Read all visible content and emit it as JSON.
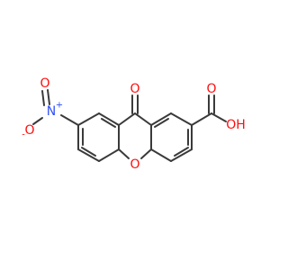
{
  "molecule": {
    "atoms": {
      "ketone_oxygen": "O",
      "ring_oxygen": "O",
      "acid_oxygen_double": "O",
      "acid_hydroxyl": "OH",
      "nitro_nitrogen": "N",
      "nitro_n_charge": "+",
      "nitro_oxygen_double": "O",
      "nitro_oxygen_single": "O",
      "nitro_o_charge": "-"
    },
    "colors": {
      "bond": "#3a3a3a",
      "oxygen": "#ff0d0d",
      "nitrogen": "#3050f8"
    }
  }
}
